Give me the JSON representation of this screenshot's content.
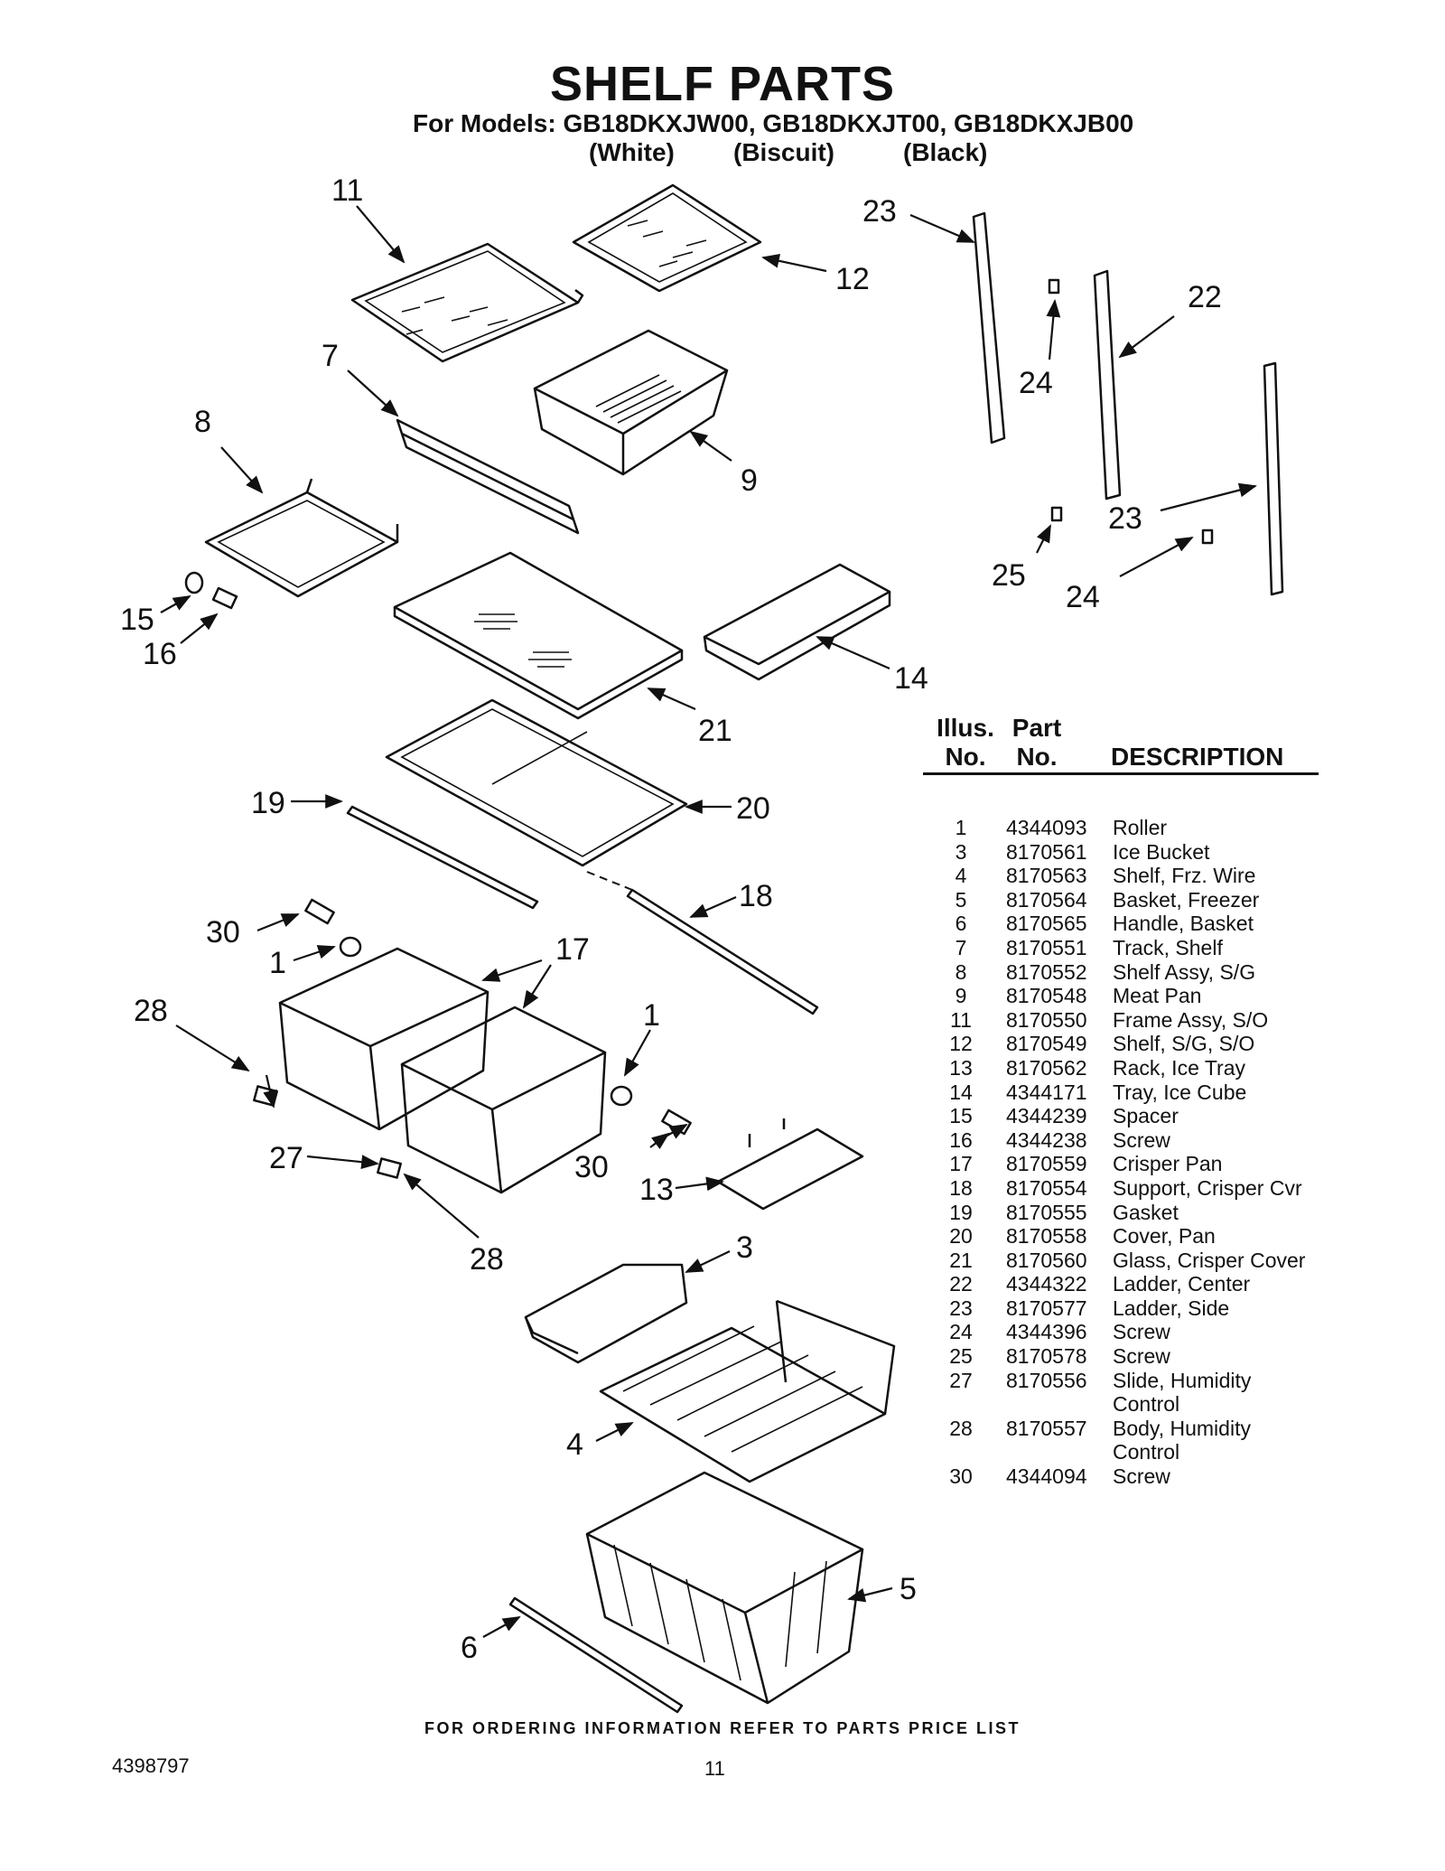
{
  "header": {
    "title": "SHELF PARTS",
    "models_line": "For Models: GB18DKXJW00, GB18DKXJT00, GB18DKXJB00",
    "colors": [
      "(White)",
      "(Biscuit)",
      "(Black)"
    ]
  },
  "diagram": {
    "callouts": [
      "11",
      "12",
      "23",
      "22",
      "24",
      "7",
      "8",
      "9",
      "23",
      "25",
      "24",
      "15",
      "16",
      "14",
      "21",
      "19",
      "20",
      "18",
      "30",
      "1",
      "17",
      "28",
      "1",
      "27",
      "30",
      "13",
      "28",
      "3",
      "4",
      "5",
      "6"
    ]
  },
  "table": {
    "headers": {
      "illus_line1": "Illus.",
      "illus_line2": "No.",
      "part_line1": "Part",
      "part_line2": "No.",
      "description": "DESCRIPTION"
    },
    "rows": [
      {
        "illus": "1",
        "part": "4344093",
        "desc": "Roller"
      },
      {
        "illus": "3",
        "part": "8170561",
        "desc": "Ice Bucket"
      },
      {
        "illus": "4",
        "part": "8170563",
        "desc": "Shelf, Frz. Wire"
      },
      {
        "illus": "5",
        "part": "8170564",
        "desc": "Basket, Freezer"
      },
      {
        "illus": "6",
        "part": "8170565",
        "desc": "Handle, Basket"
      },
      {
        "illus": "7",
        "part": "8170551",
        "desc": "Track, Shelf"
      },
      {
        "illus": "8",
        "part": "8170552",
        "desc": "Shelf Assy, S/G"
      },
      {
        "illus": "9",
        "part": "8170548",
        "desc": "Meat Pan"
      },
      {
        "illus": "11",
        "part": "8170550",
        "desc": "Frame Assy, S/O"
      },
      {
        "illus": "12",
        "part": "8170549",
        "desc": "Shelf, S/G, S/O"
      },
      {
        "illus": "13",
        "part": "8170562",
        "desc": "Rack, Ice Tray"
      },
      {
        "illus": "14",
        "part": "4344171",
        "desc": "Tray, Ice Cube"
      },
      {
        "illus": "15",
        "part": "4344239",
        "desc": "Spacer"
      },
      {
        "illus": "16",
        "part": "4344238",
        "desc": "Screw"
      },
      {
        "illus": "17",
        "part": "8170559",
        "desc": "Crisper Pan"
      },
      {
        "illus": "18",
        "part": "8170554",
        "desc": "Support, Crisper Cvr"
      },
      {
        "illus": "19",
        "part": "8170555",
        "desc": "Gasket"
      },
      {
        "illus": "20",
        "part": "8170558",
        "desc": "Cover, Pan"
      },
      {
        "illus": "21",
        "part": "8170560",
        "desc": "Glass, Crisper Cover"
      },
      {
        "illus": "22",
        "part": "4344322",
        "desc": "Ladder, Center"
      },
      {
        "illus": "23",
        "part": "8170577",
        "desc": "Ladder, Side"
      },
      {
        "illus": "24",
        "part": "4344396",
        "desc": "Screw"
      },
      {
        "illus": "25",
        "part": "8170578",
        "desc": "Screw"
      },
      {
        "illus": "27",
        "part": "8170556",
        "desc": "Slide, Humidity"
      },
      {
        "illus": "",
        "part": "",
        "desc": "Control"
      },
      {
        "illus": "28",
        "part": "8170557",
        "desc": "Body, Humidity"
      },
      {
        "illus": "",
        "part": "",
        "desc": "Control"
      },
      {
        "illus": "30",
        "part": "4344094",
        "desc": "Screw"
      }
    ]
  },
  "footer": {
    "ordering_note": "FOR ORDERING INFORMATION REFER TO PARTS PRICE LIST",
    "document_number": "4398797",
    "page_number": "11"
  }
}
